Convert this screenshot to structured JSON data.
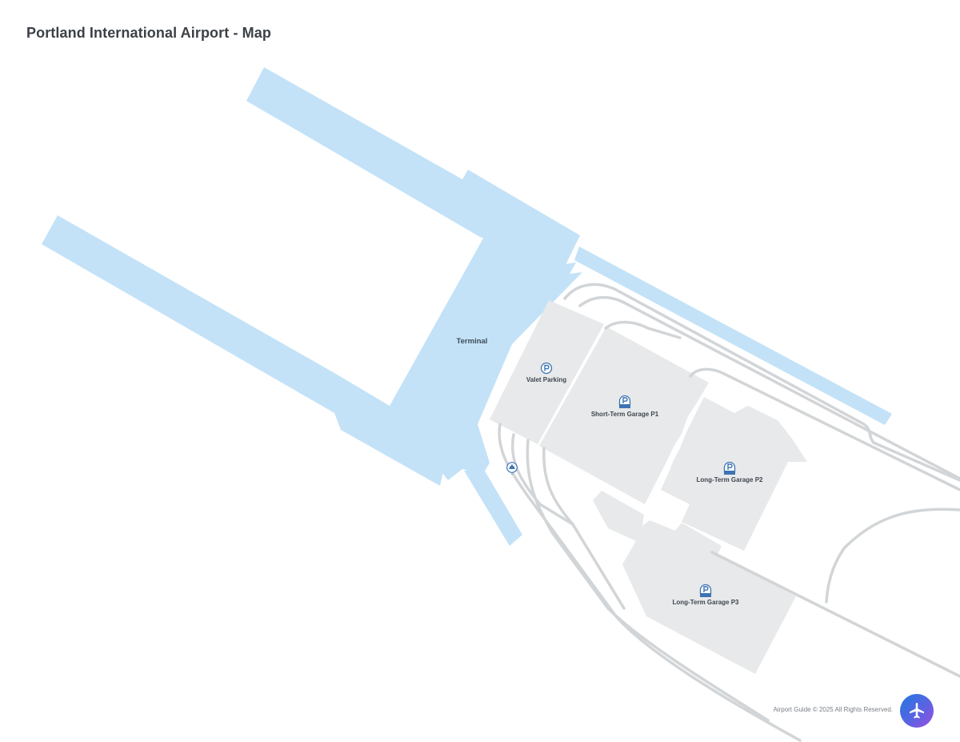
{
  "header": {
    "title": "Portland International Airport - Map"
  },
  "map": {
    "colors": {
      "terminal_fill": "#c3e2f7",
      "parking_fill": "#e7e9ea",
      "road_stroke": "#d2d5d7",
      "icon_blue": "#3d74b4",
      "label_text": "#3f4650"
    },
    "areas": {
      "terminal": {
        "label": "Terminal"
      },
      "valet": {
        "label": "Valet Parking",
        "icon": "parking-icon"
      },
      "p1": {
        "label": "Short-Term Garage P1",
        "icon": "parking-short-icon",
        "badge": "SHORT"
      },
      "p2": {
        "label": "Long-Term Garage P2",
        "icon": "parking-long-icon",
        "badge": "LONG"
      },
      "p3": {
        "label": "Long-Term Garage P3",
        "icon": "parking-long-icon",
        "badge": "LONG"
      }
    },
    "pois": {
      "taxi": {
        "icon": "taxi-icon"
      }
    }
  },
  "footer": {
    "copyright": "Airport Guide © 2025 All Rights Reserved.",
    "fab_icon": "airplane-icon"
  }
}
